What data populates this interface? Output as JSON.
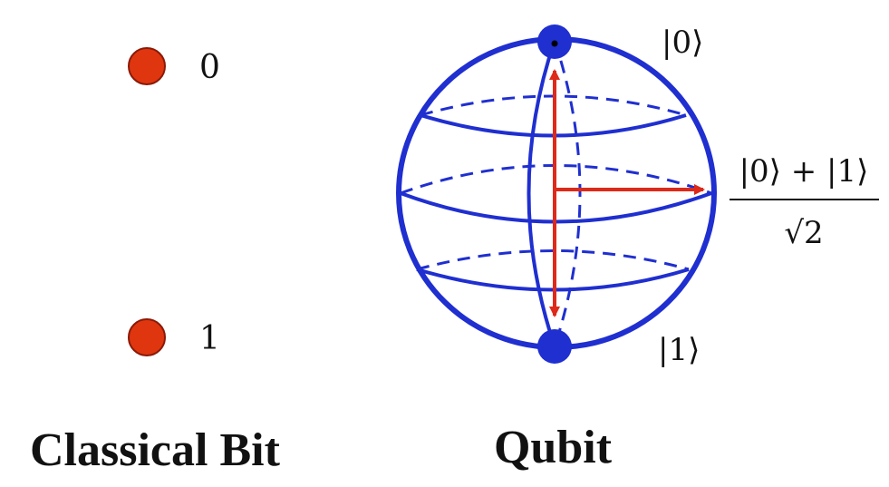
{
  "colors": {
    "sphere": "#1f2fd0",
    "arrow": "#dd2a1a",
    "bit_dot": "#e0360f",
    "bit_dot_stroke": "#8a1a08",
    "text": "#111111"
  },
  "classical": {
    "label_zero": "0",
    "label_one": "1",
    "caption": "Classical Bit"
  },
  "qubit": {
    "ket_zero": "|0⟩",
    "ket_one": "|1⟩",
    "superposition_numerator": "|0⟩ + |1⟩",
    "superposition_denominator": "√2",
    "caption": "Qubit"
  }
}
